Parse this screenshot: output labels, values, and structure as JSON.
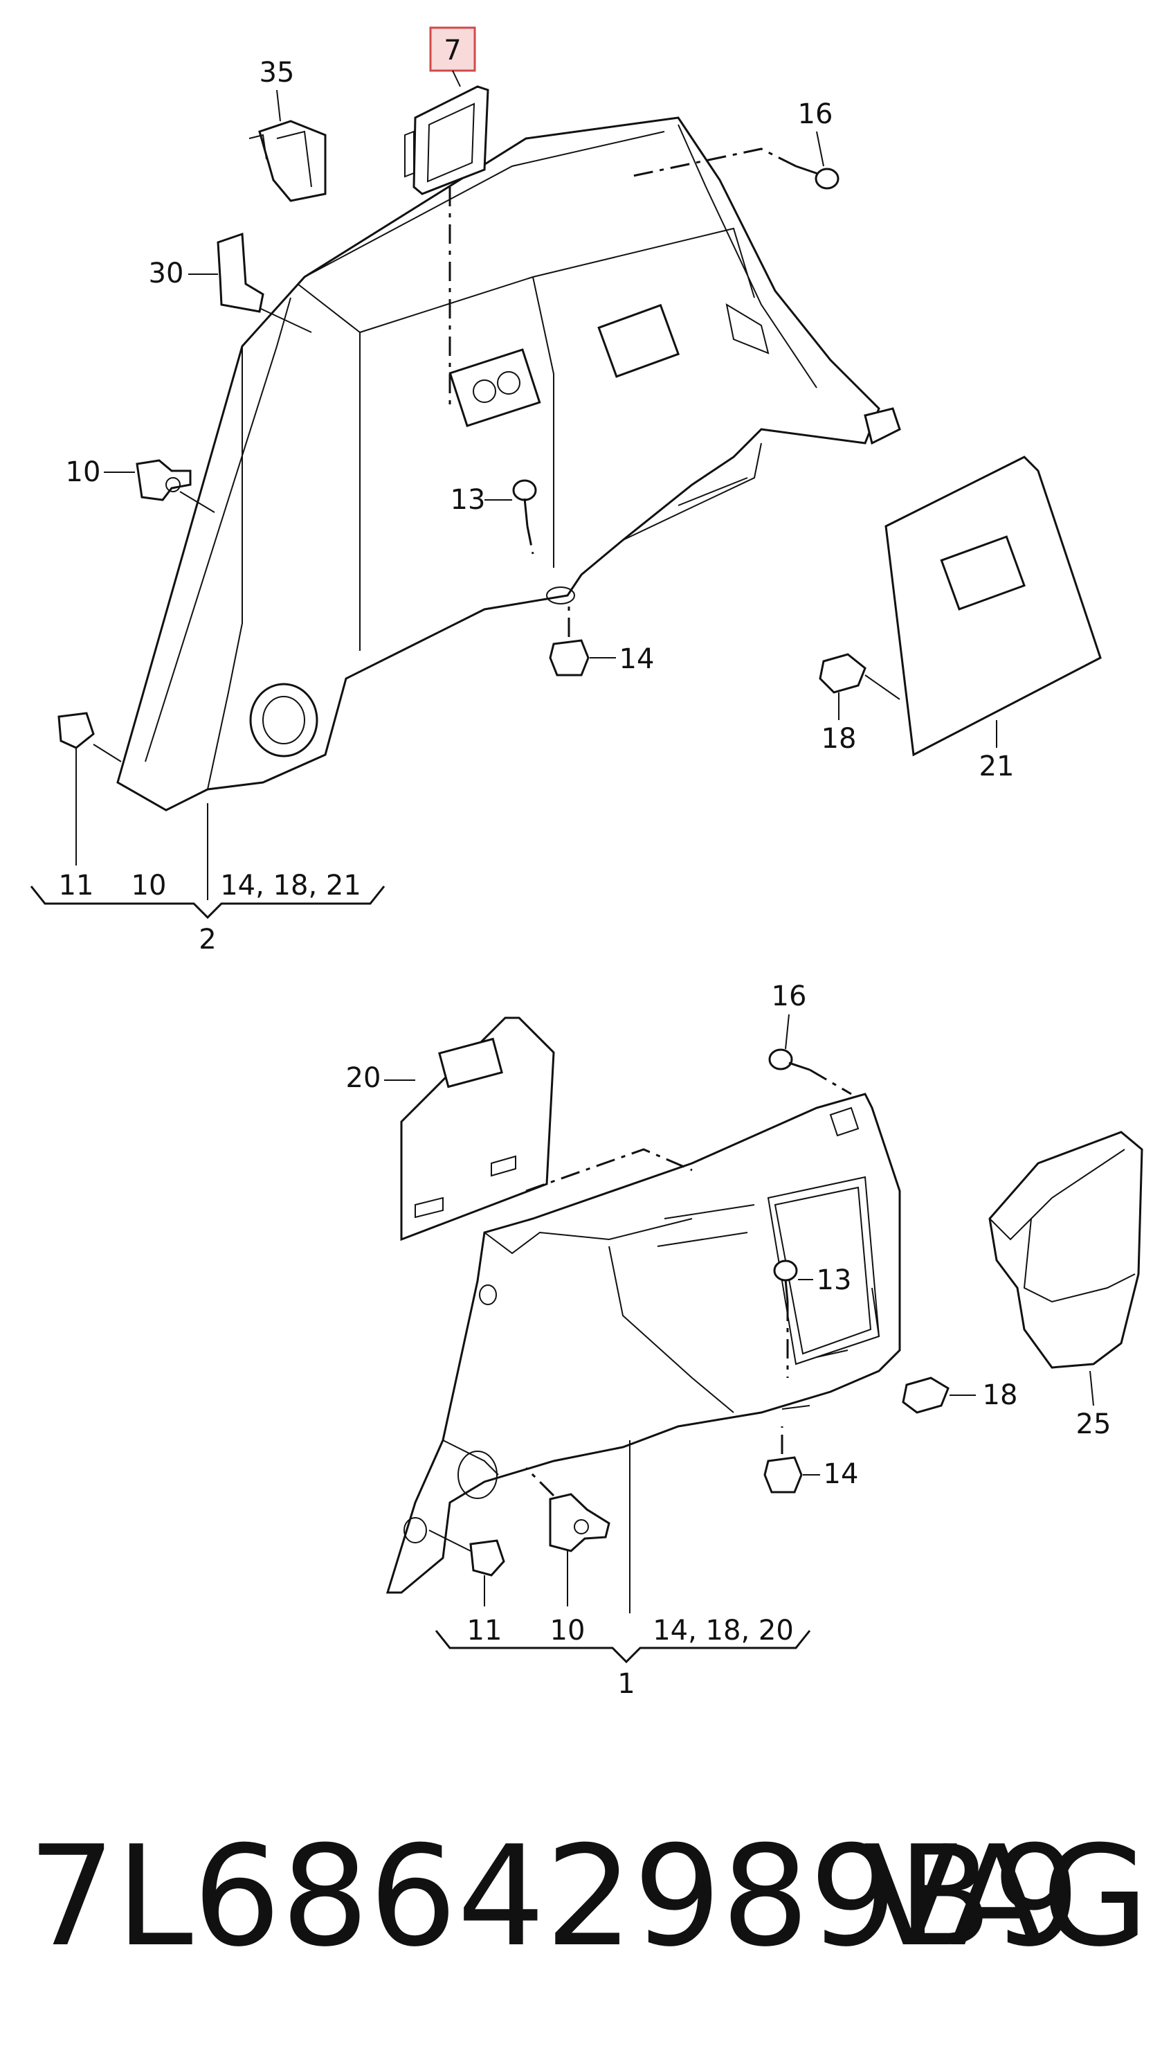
{
  "callouts_top": {
    "c35": "35",
    "c7": "7",
    "c16": "16",
    "c30": "30",
    "c10": "10",
    "c13": "13",
    "c14": "14",
    "c18": "18",
    "c21": "21",
    "c11": "11"
  },
  "group_top": {
    "left_a": "11",
    "left_b": "10",
    "right": "14, 18, 21",
    "number": "2"
  },
  "callouts_bottom": {
    "c16": "16",
    "c20": "20",
    "c13": "13",
    "c18": "18",
    "c25": "25",
    "c14": "14",
    "c11": "11",
    "c10": "10"
  },
  "group_bottom": {
    "left_a": "11",
    "left_b": "10",
    "right": "14, 18, 20",
    "number": "1"
  },
  "footer": {
    "part_number": "7L68642989B9",
    "brand": "VAG"
  },
  "colors": {
    "highlight_fill": "#f8dada",
    "highlight_stroke": "#d24a4a",
    "ink": "#111111"
  }
}
